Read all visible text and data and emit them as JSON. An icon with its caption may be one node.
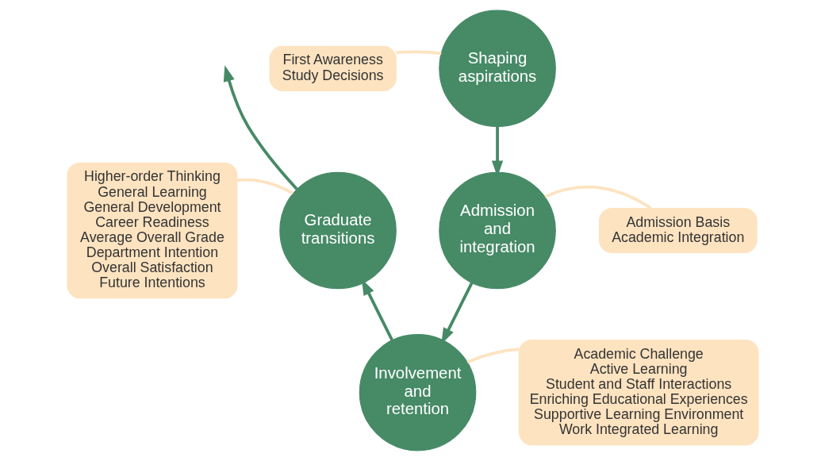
{
  "diagram": {
    "nodes": [
      {
        "text": [
          "First Awareness",
          "Study Decisions"
        ]
      },
      {
        "text": [
          "Shaping aspirations"
        ]
      },
      {
        "text": [
          "Admission Basis",
          "Academic Integration"
        ]
      },
      {
        "text": [
          "Admission and integration"
        ]
      },
      {
        "text": [
          "Higher-order Thinking",
          "General Learning",
          "General Development",
          "Career Readiness",
          "Average Overall Grade",
          "Department Intention",
          "Overall Satisfaction",
          "Future Intentions"
        ]
      },
      {
        "text": [
          "Graduate transitions"
        ]
      },
      {
        "text": [
          "Involvement and retention"
        ]
      },
      {
        "text": [
          "Academic Challenge",
          "Active Learning",
          "Student and Staff Interactions",
          "Enriching Educational Experiences",
          "Supportive Learning Environment",
          "Work Integrated Learning"
        ]
      }
    ],
    "edges": [
      {
        "from": 1,
        "to": 3,
        "arrow": "to"
      },
      {
        "from": 3,
        "to": 6,
        "arrow": "to"
      },
      {
        "from": 6,
        "to": 5,
        "arrow": "to"
      },
      {
        "from": 5,
        "to": null,
        "arrow": "to"
      },
      {
        "from": 0,
        "to": 1,
        "arrow": "none",
        "color": "#fde3c0"
      },
      {
        "from": 2,
        "to": 3,
        "arrow": "none",
        "color": "#fde3c0"
      },
      {
        "from": 4,
        "to": 5,
        "arrow": "none",
        "color": "#fde3c0"
      },
      {
        "from": 7,
        "to": 6,
        "arrow": "none",
        "color": "#fde3c0"
      }
    ]
  }
}
